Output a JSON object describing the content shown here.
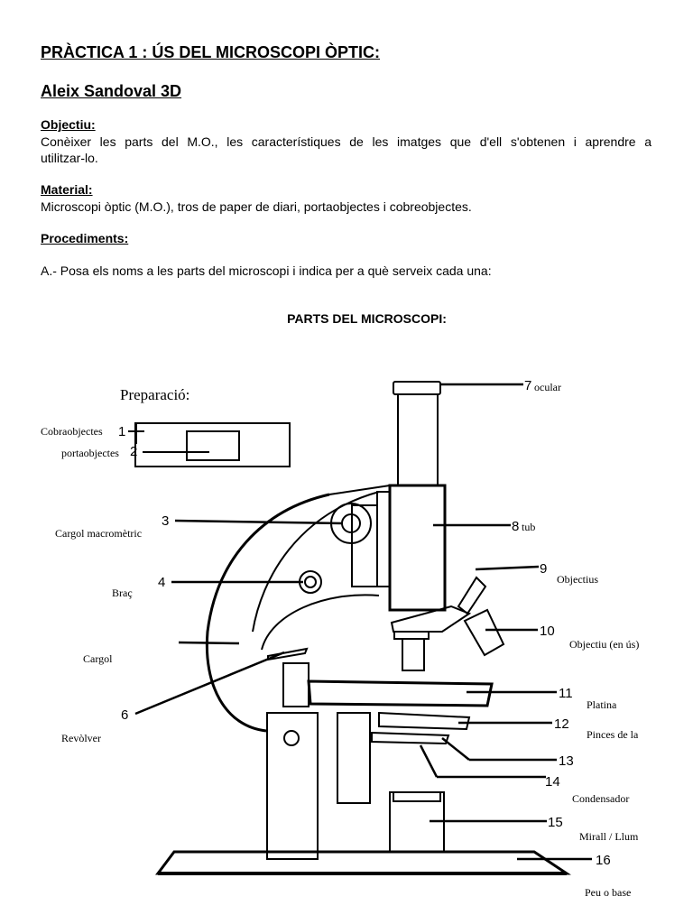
{
  "document": {
    "title": "PRÀCTICA 1 : ÚS DEL MICROSCOPI ÒPTIC:",
    "author": "Aleix Sandoval 3D",
    "objective": {
      "heading": "Objectiu:",
      "line1": "Conèixer les parts del M.O., les característiques de les imatges que d'ell s'obtenen  i aprendre a",
      "line2": "utilitzar-lo."
    },
    "material": {
      "heading": "Material:",
      "text": "Microscopi òptic (M.O.), tros de paper de diari, portaobjectes i cobreobjectes."
    },
    "procedures": {
      "heading": "Procediments:",
      "instruction": "A.- Posa els noms a les parts del microscopi i indica per a què serveix cada una:"
    },
    "figure_title": "PARTS DEL MICROSCOPI:"
  },
  "figure": {
    "preparation_title": "Preparació:",
    "labels": {
      "cobreobjectes": "Cobraobjectes",
      "portaobjectes": "portaobjectes",
      "cargol_macro": "Cargol macromètric",
      "brac": "Braç",
      "cargol": "Cargol",
      "revolver": "Revòlver",
      "ocular": "ocular",
      "tub": "tub",
      "objectius": "Objectius",
      "objectiu_en_us": "Objectiu (en ús)",
      "platina": "Platina",
      "pinces": "Pinces de la",
      "condensador": "Condensador",
      "mirall": "Mirall / Llum",
      "peu": "Peu o base"
    },
    "numbers": [
      "1",
      "2",
      "3",
      "4",
      "6",
      "7",
      "8",
      "9",
      "10",
      "11",
      "12",
      "13",
      "14",
      "15",
      "16"
    ]
  }
}
